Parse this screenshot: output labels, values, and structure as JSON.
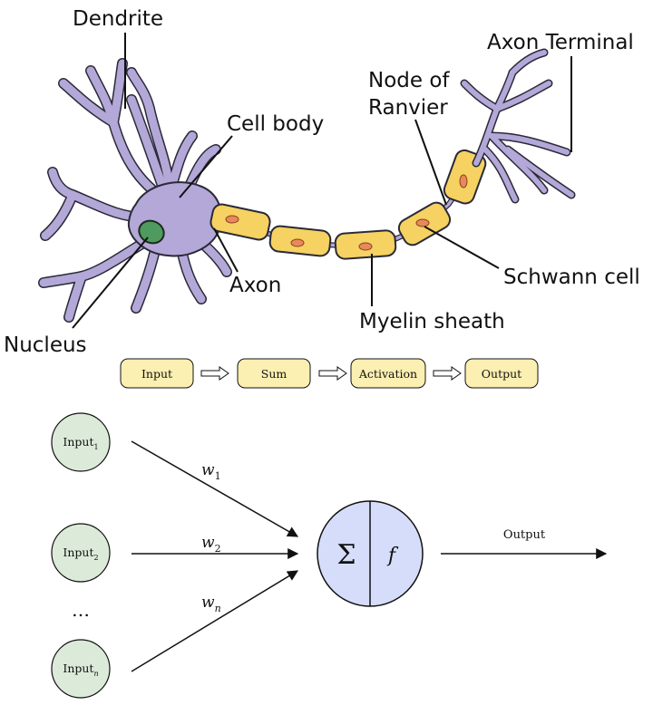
{
  "neuron": {
    "labels": {
      "dendrite": "Dendrite",
      "cell_body": "Cell body",
      "axon": "Axon",
      "nucleus": "Nucleus",
      "node_of_ranvier_line1": "Node of",
      "node_of_ranvier_line2": "Ranvier",
      "axon_terminal": "Axon Terminal",
      "schwann_cell": "Schwann cell",
      "myelin_sheath": "Myelin sheath"
    }
  },
  "flow": {
    "steps": [
      "Input",
      "Sum",
      "Activation",
      "Output"
    ]
  },
  "perceptron": {
    "inputs": [
      {
        "base": "Input",
        "sub": "1"
      },
      {
        "base": "Input",
        "sub": "2"
      },
      {
        "base": "Input",
        "sub": "n"
      }
    ],
    "ellipsis": "…",
    "weights": [
      {
        "base": "w",
        "sub": "1"
      },
      {
        "base": "w",
        "sub": "2"
      },
      {
        "base": "w",
        "sub": "n"
      }
    ],
    "sum_symbol": "Σ",
    "activation_symbol": "f",
    "output_label": "Output"
  },
  "colors": {
    "dendrite_fill": "#b3a8d8",
    "nucleus_fill": "#4f9a5e",
    "myelin_fill": "#f5d261",
    "myelin_nucleus": "#e8895a",
    "pill_fill": "#fbefb1",
    "input_node_fill": "#dcebd9",
    "neuron_node_fill": "#d6ddfb"
  }
}
